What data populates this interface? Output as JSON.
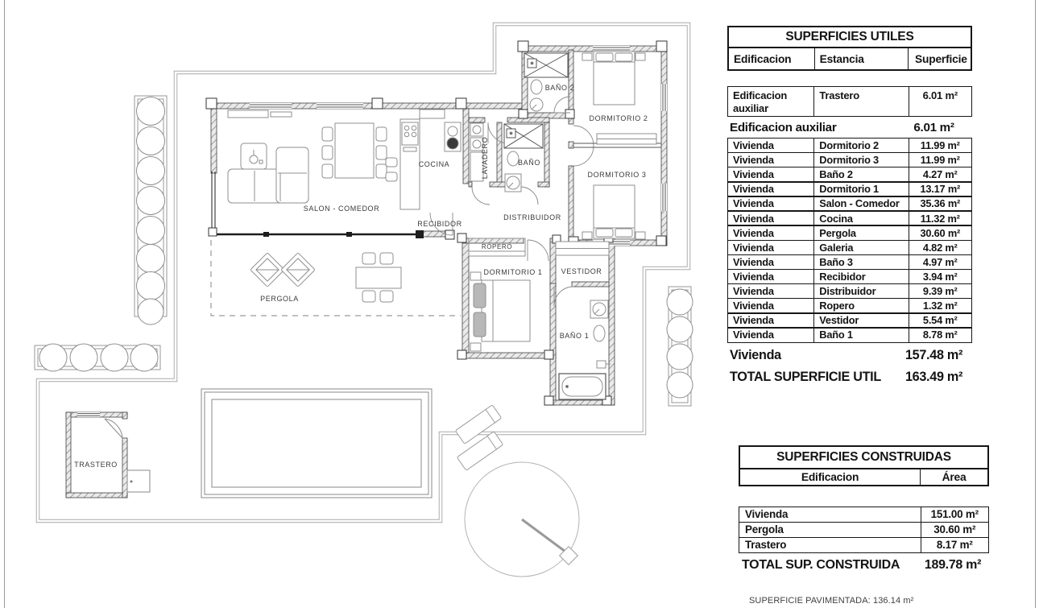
{
  "plan": {
    "labels": {
      "salon": "SALON - COMEDOR",
      "cocina": "COCINA",
      "lavadero": "LAVADERO",
      "bano3": "BAÑO",
      "bano2": "BAÑO 2",
      "dormitorio2": "DORMITORIO 2",
      "dormitorio3": "DORMITORIO 3",
      "recibidor": "RECIBIDOR",
      "distribuidor": "DISTRIBUIDOR",
      "ropero": "ROPERO",
      "dormitorio1": "DORMITORIO 1",
      "vestidor": "VESTIDOR",
      "bano1": "BAÑO 1",
      "pergola": "PERGOLA",
      "trastero": "TRASTERO"
    }
  },
  "tables": {
    "utiles": {
      "title": "SUPERFICIES UTILES",
      "columns": [
        "Edificacion",
        "Estancia",
        "Superficie"
      ],
      "aux_row": {
        "edificacion": "Edificacion auxiliar",
        "estancia": "Trastero",
        "superficie": "6.01 m²"
      },
      "aux_total": {
        "label": "Edificacion auxiliar",
        "value": "6.01 m²"
      },
      "rows": [
        [
          "Vivienda",
          "Dormitorio 2",
          "11.99 m²"
        ],
        [
          "Vivienda",
          "Dormitorio 3",
          "11.99 m²"
        ],
        [
          "Vivienda",
          "Baño 2",
          "4.27 m²"
        ],
        [
          "Vivienda",
          "Dormitorio 1",
          "13.17 m²"
        ],
        [
          "Vivienda",
          "Salon - Comedor",
          "35.36 m²"
        ],
        [
          "Vivienda",
          "Cocina",
          "11.32 m²"
        ],
        [
          "Vivienda",
          "Pergola",
          "30.60 m²"
        ],
        [
          "Vivienda",
          "Galeria",
          "4.82 m²"
        ],
        [
          "Vivienda",
          "Baño 3",
          "4.97 m²"
        ],
        [
          "Vivienda",
          "Recibidor",
          "3.94 m²"
        ],
        [
          "Vivienda",
          "Distribuidor",
          "9.39 m²"
        ],
        [
          "Vivienda",
          "Ropero",
          "1.32 m²"
        ],
        [
          "Vivienda",
          "Vestidor",
          "5.54 m²"
        ],
        [
          "Vivienda",
          "Baño 1",
          "8.78 m²"
        ]
      ],
      "vivienda_total": {
        "label": "Vivienda",
        "value": "157.48 m²"
      },
      "grand_total": {
        "label": "TOTAL SUPERFICIE UTIL",
        "value": "163.49 m²"
      }
    },
    "construidas": {
      "title": "SUPERFICIES CONSTRUIDAS",
      "columns": [
        "Edificacion",
        "Área"
      ],
      "rows": [
        [
          "Vivienda",
          "151.00 m²"
        ],
        [
          "Pergola",
          "30.60 m²"
        ],
        [
          "Trastero",
          "8.17 m²"
        ]
      ],
      "total": {
        "label": "TOTAL SUP. CONSTRUIDA",
        "value": "189.78 m²"
      }
    },
    "footnote": "SUPERFICIE PAVIMENTADA: 136.14 m²"
  }
}
